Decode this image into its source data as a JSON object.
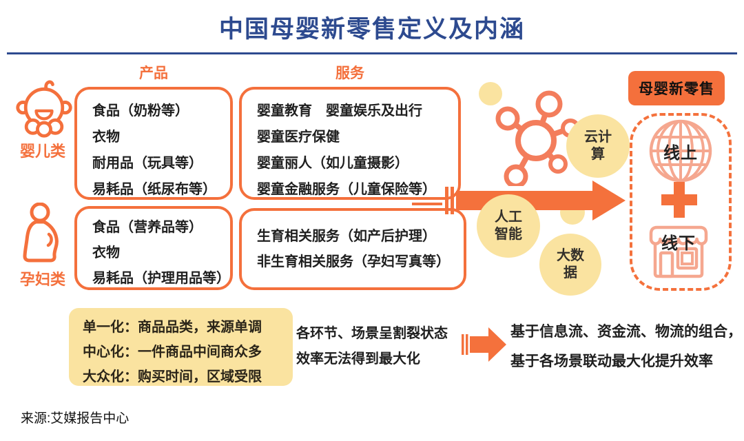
{
  "title": "中国母婴新零售定义及内涵",
  "source": "来源:艾媒报告中心",
  "colors": {
    "navy": "#2D4A8F",
    "orange": "#F4703C",
    "salmon": "#F37D5C",
    "light_salmon": "#F5A78F",
    "yellow": "#FAE3A0",
    "text_dark": "#1f1f1f"
  },
  "icons": [
    "baby-icon",
    "pregnant-woman-icon",
    "network-icon",
    "globe-icon",
    "plus-icon",
    "store-icon",
    "arrow-icon"
  ],
  "column_headers": {
    "products": "产品",
    "services": "服务"
  },
  "categories": [
    {
      "label": "婴儿类",
      "products": [
        "食品（奶粉等）",
        "衣物",
        "耐用品（玩具等）",
        "易耗品（纸尿布等）"
      ],
      "services": [
        "婴童教育　婴童娱乐及出行",
        "婴童医疗保健",
        "婴童丽人（如儿童摄影）",
        "婴童金融服务（儿童保险等）"
      ]
    },
    {
      "label": "孕妇类",
      "products": [
        "食品（营养品等）",
        "衣物",
        "易耗品（护理用品等）"
      ],
      "services": [
        "生育相关服务（如产后护理）",
        "非生育相关服务（孕妇写真等）"
      ]
    }
  ],
  "tech_bubbles": [
    {
      "name": "cloud-computing",
      "lines": [
        "云计",
        "算"
      ]
    },
    {
      "name": "artificial-intelligence",
      "lines": [
        "人工",
        "智能"
      ]
    },
    {
      "name": "big-data",
      "lines": [
        "大数",
        "据"
      ]
    }
  ],
  "new_retail": {
    "label": "母婴新零售",
    "online": "线上",
    "offline": "线下"
  },
  "bottom": {
    "pain_points": [
      "单一化：商品品类，来源单调",
      "中心化：一件商品中间商众多",
      "大众化：购买时间，区域受限"
    ],
    "status": [
      "各环节、场景呈割裂状态",
      "效率无法得到最大化"
    ],
    "solution": [
      "基于信息流、资金流、物流的组合，",
      "基于各场景联动最大化提升效率"
    ]
  }
}
